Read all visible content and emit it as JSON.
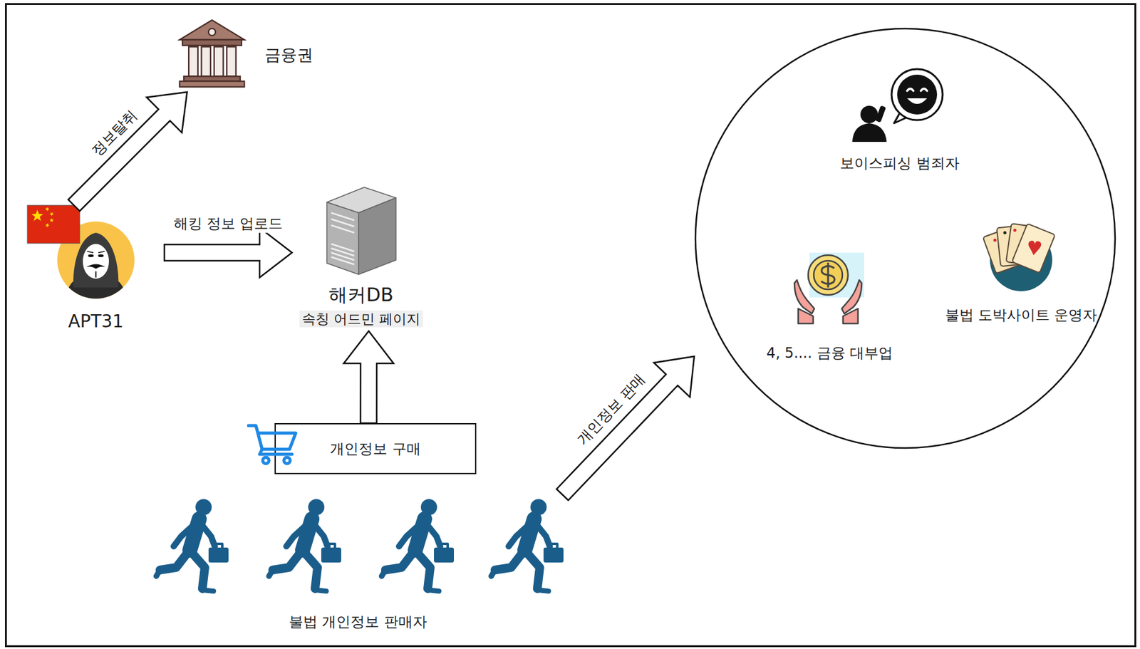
{
  "diagram": {
    "nodes": [
      {
        "text": [
          "금융권"
        ]
      },
      {
        "text": [
          "APT31"
        ]
      },
      {
        "text": [
          "해커DB",
          "속칭 어드민 페이지"
        ]
      },
      {
        "text": []
      },
      {
        "text": [
          "보이스피싱 범죄자"
        ],
        "in": 3
      },
      {
        "text": [
          "4, 5.... 금융 대부업"
        ],
        "in": 3
      },
      {
        "text": [
          "불법 도박사이트 운영자"
        ],
        "in": 3
      },
      {
        "text": [
          "개인정보 구매"
        ]
      },
      {
        "text": [
          "불법 개인정보 판매자"
        ]
      }
    ],
    "edges": [
      {
        "from": 1,
        "to": 0,
        "label": "정보탈취",
        "arrow": "to"
      },
      {
        "from": 1,
        "to": 2,
        "label": "해킹 정보 업로드",
        "arrow": "to"
      },
      {
        "from": 7,
        "to": 2,
        "arrow": "to"
      },
      {
        "from": 8,
        "to": 3,
        "label": "개인정보 판매",
        "arrow": "to"
      }
    ]
  }
}
